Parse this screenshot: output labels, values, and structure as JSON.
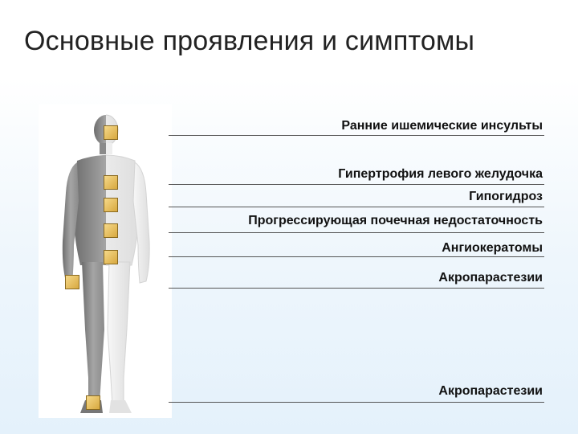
{
  "slide": {
    "title": "Основные проявления и симптомы"
  },
  "symptoms": [
    "Ранние ишемические инсульты",
    "Гипертрофия левого желудочка",
    "Гипогидроз",
    "Прогрессирующая почечная недостаточность",
    "Ангиокератомы",
    "Акропарастезии",
    "Акропарастезии"
  ],
  "colors": {
    "marker": "#e2b95a",
    "figure_left_shade": "#8c8c8c",
    "figure_right_shade": "#ececec",
    "line": "#555555"
  }
}
